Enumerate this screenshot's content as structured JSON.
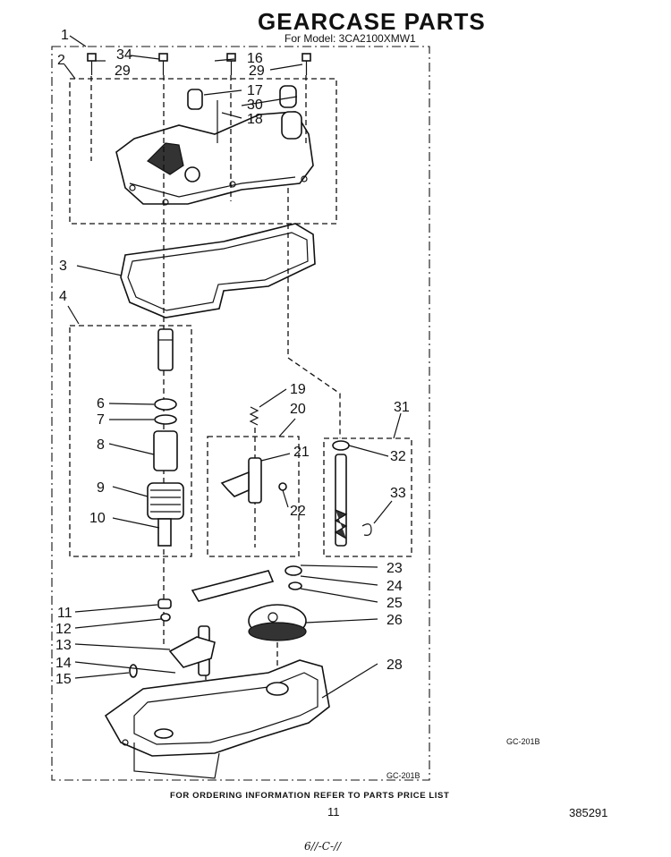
{
  "header": {
    "title": "GEARCASE PARTS",
    "model": "For Model: 3CA2100XMW1"
  },
  "callouts": [
    "1",
    "2",
    "3",
    "4",
    "6",
    "7",
    "8",
    "9",
    "10",
    "11",
    "12",
    "13",
    "14",
    "15",
    "16",
    "17",
    "18",
    "19",
    "20",
    "21",
    "22",
    "23",
    "24",
    "25",
    "26",
    "28",
    "29",
    "29",
    "30",
    "31",
    "32",
    "33",
    "34"
  ],
  "diagram_codes": {
    "right": "GC-201B",
    "bottom": "GC-201B"
  },
  "footer": {
    "note": "FOR ORDERING INFORMATION REFER TO PARTS PRICE LIST",
    "page_number": "11",
    "doc_number": "385291",
    "handwritten": "6//-C-//"
  }
}
